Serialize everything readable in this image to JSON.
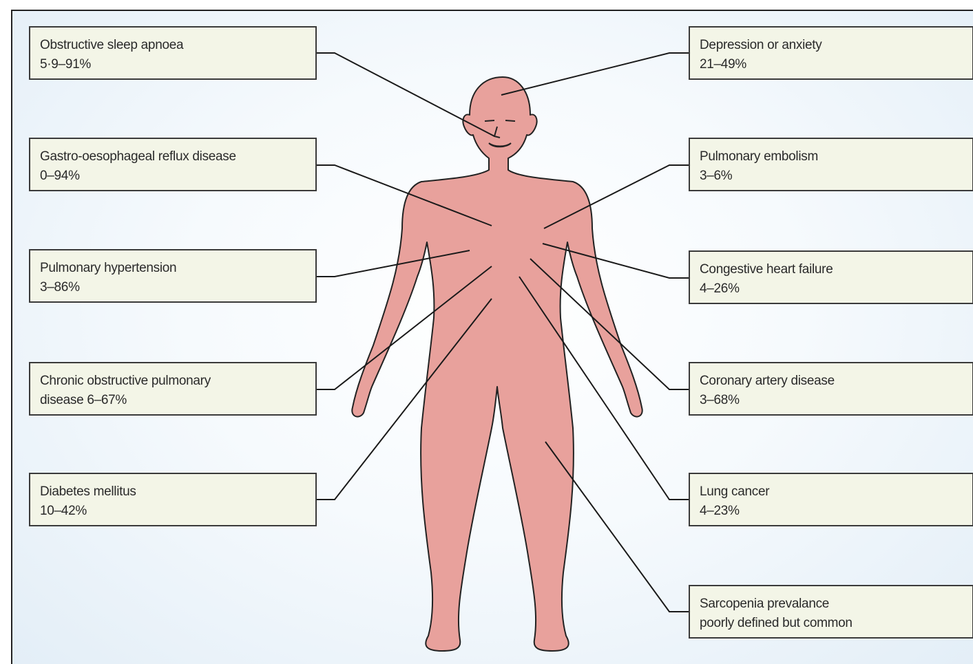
{
  "labels": {
    "sleep_apnoea": {
      "name": "Obstructive sleep apnoea",
      "value": "5·9–91%"
    },
    "gerd": {
      "name": "Gastro-oesophageal reflux disease",
      "value": "0–94%"
    },
    "pulm_hypertension": {
      "name": "Pulmonary hypertension",
      "value": "3–86%"
    },
    "copd": {
      "name": "Chronic obstructive pulmonary",
      "value": "disease 6–67%"
    },
    "diabetes": {
      "name": "Diabetes mellitus",
      "value": "10–42%"
    },
    "depression": {
      "name": "Depression or anxiety",
      "value": "21–49%"
    },
    "pulm_embolism": {
      "name": "Pulmonary embolism",
      "value": "3–6%"
    },
    "heart_failure": {
      "name": "Congestive heart failure",
      "value": "4–26%"
    },
    "coronary": {
      "name": "Coronary artery disease",
      "value": "3–68%"
    },
    "lung_cancer": {
      "name": "Lung cancer",
      "value": "4–23%"
    },
    "sarcopenia": {
      "name": "Sarcopenia prevalance",
      "value": "poorly defined but common"
    }
  },
  "colors": {
    "body_fill": "#e8a19c",
    "body_stroke": "#222222",
    "box_fill": "#f3f5e7",
    "line": "#1a1a1a"
  }
}
